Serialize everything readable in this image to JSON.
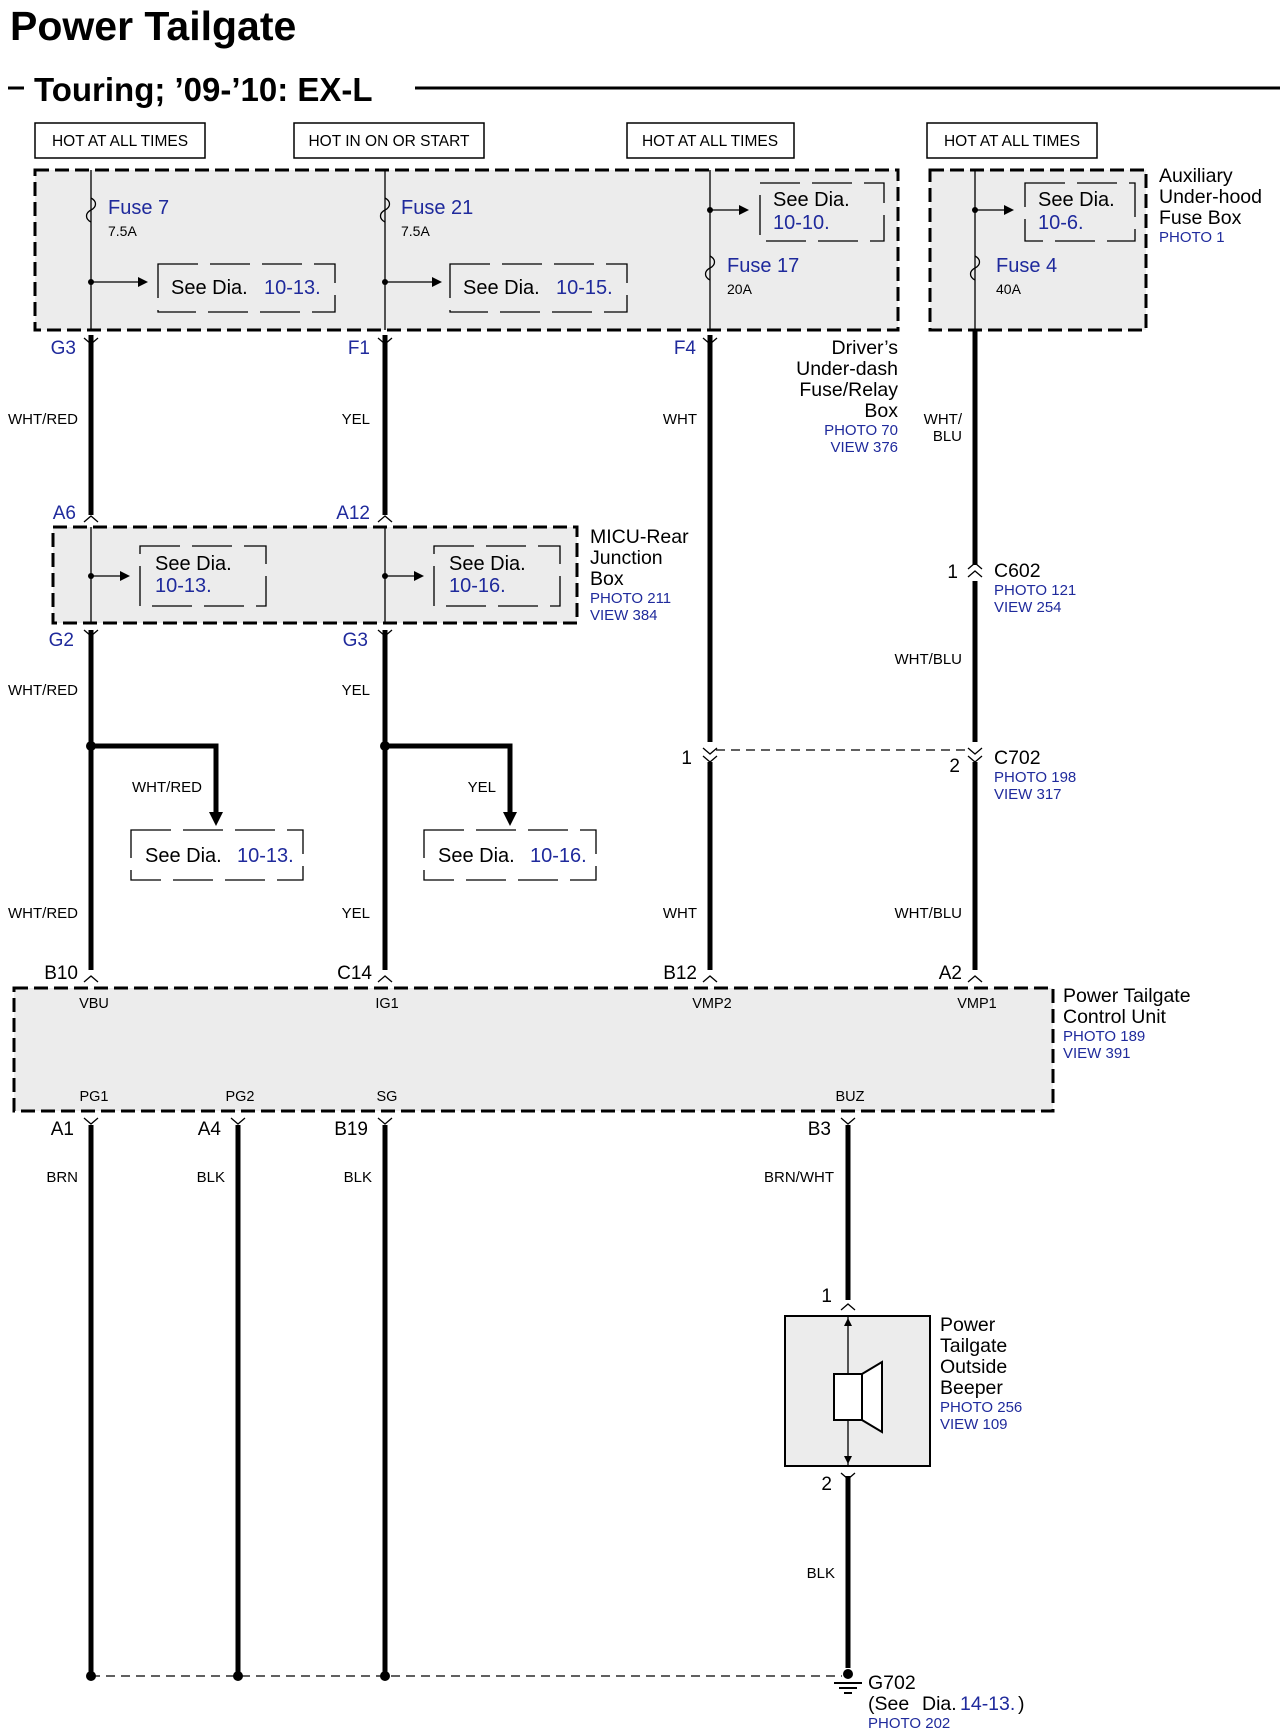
{
  "title": "Power Tailgate",
  "subtitle": "Touring; ’09-’10: EX-L",
  "colors": {
    "text": "#000000",
    "link": "#1f2a9c",
    "box_fill": "#ececec"
  },
  "power_sources": [
    "HOT AT ALL TIMES",
    "HOT IN ON OR START",
    "HOT AT ALL TIMES",
    "HOT AT ALL TIMES"
  ],
  "fuses": [
    {
      "name": "Fuse 7",
      "rating": "7.5A"
    },
    {
      "name": "Fuse 21",
      "rating": "7.5A"
    },
    {
      "name": "Fuse 17",
      "rating": "20A"
    },
    {
      "name": "Fuse 4",
      "rating": "40A"
    }
  ],
  "see_prefix": "See Dia.",
  "see_refs": {
    "s1": "10-13.",
    "s2": "10-15.",
    "s3": "10-10.",
    "s4": "10-6.",
    "s5": "10-13.",
    "s6": "10-16.",
    "s7": "10-13.",
    "s8": "10-16."
  },
  "components": {
    "aux_box": {
      "lines": [
        "Auxiliary",
        "Under-hood",
        "Fuse Box"
      ],
      "photo": "PHOTO 1"
    },
    "driver_box": {
      "lines": [
        "Driver’s",
        "Under-dash",
        "Fuse/Relay",
        "Box"
      ],
      "photo": "PHOTO 70",
      "view": "VIEW 376"
    },
    "micu": {
      "lines": [
        "MICU-Rear",
        "Junction",
        "Box"
      ],
      "photo": "PHOTO 211",
      "view": "VIEW 384"
    },
    "c602": {
      "name": "C602",
      "photo": "PHOTO 121",
      "view": "VIEW 254"
    },
    "c702": {
      "name": "C702",
      "photo": "PHOTO 198",
      "view": "VIEW 317"
    },
    "ptcu": {
      "lines": [
        "Power Tailgate",
        "Control Unit"
      ],
      "photo": "PHOTO 189",
      "view": "VIEW 391"
    },
    "beeper": {
      "lines": [
        "Power",
        "Tailgate",
        "Outside",
        "Beeper"
      ],
      "photo": "PHOTO 256",
      "view": "VIEW 109"
    },
    "g702": {
      "name": "G702",
      "see_open": "(See",
      "see_dia": "Dia.",
      "ref": "14-13.",
      "close": ")",
      "photo": "PHOTO 202"
    }
  },
  "pins": {
    "g3_top": "G3",
    "f1_top": "F1",
    "f4_top": "F4",
    "a6": "A6",
    "a12": "A12",
    "g2": "G2",
    "g3_mid": "G3",
    "c602_pin": "1",
    "c702_left": "1",
    "c702_right": "2",
    "b10": "B10",
    "c14": "C14",
    "b12": "B12",
    "a2": "A2",
    "a1": "A1",
    "a4": "A4",
    "b19": "B19",
    "b3": "B3",
    "beep1": "1",
    "beep2": "2"
  },
  "terminals": {
    "vbu": "VBU",
    "ig1": "IG1",
    "vmp2": "VMP2",
    "vmp1": "VMP1",
    "pg1": "PG1",
    "pg2": "PG2",
    "sg": "SG",
    "buz": "BUZ"
  },
  "wires": {
    "w1": "WHT/RED",
    "w2": "YEL",
    "w3": "WHT",
    "w4a": "WHT/",
    "w4b": "BLU",
    "w5": "WHT/RED",
    "w6": "YEL",
    "w7": "WHT/BLU",
    "w8": "WHT/RED",
    "w9": "YEL",
    "w10": "WHT/RED",
    "w11": "YEL",
    "w12": "WHT",
    "w13": "WHT/BLU",
    "w14": "BRN",
    "w15": "BLK",
    "w16": "BLK",
    "w17": "BRN/WHT",
    "w18": "BLK"
  }
}
